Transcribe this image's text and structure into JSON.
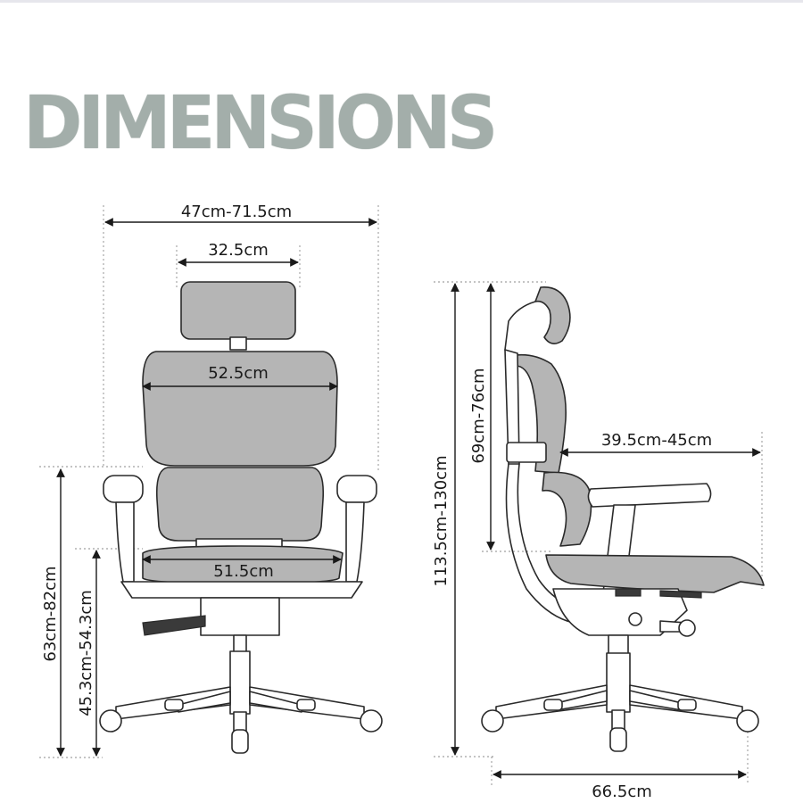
{
  "title": "DIMENSIONS",
  "front_view": {
    "overall_width": "47cm-71.5cm",
    "headrest_width": "32.5cm",
    "backrest_width": "52.5cm",
    "seat_width": "51.5cm",
    "armrest_height": "63cm-82cm",
    "seat_height": "45.3cm-54.3cm"
  },
  "side_view": {
    "total_height": "113.5cm-130cm",
    "backrest_height": "69cm-76cm",
    "seat_depth": "39.5cm-45cm",
    "base_depth": "66.5cm"
  },
  "colors": {
    "title": "#a3aeaa",
    "mesh": "#b5b5b5",
    "line": "#2a2a2a"
  }
}
